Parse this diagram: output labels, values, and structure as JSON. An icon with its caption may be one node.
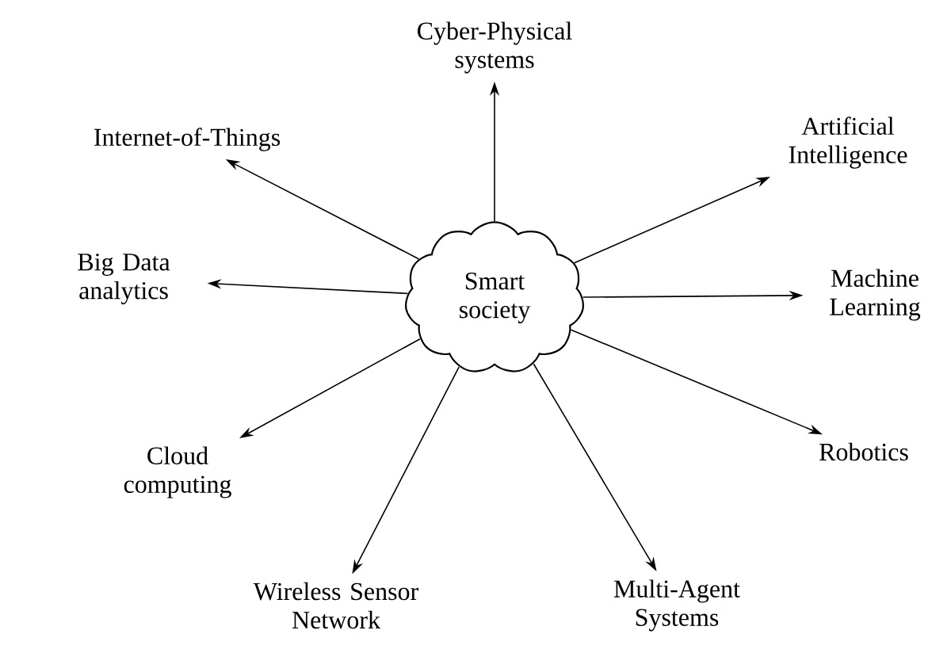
{
  "diagram": {
    "nodes": [
      {
        "text": [
          "Smart society"
        ]
      },
      {
        "text": [
          "Cyber-Physical systems"
        ]
      },
      {
        "text": [
          "Internet-of-Things"
        ]
      },
      {
        "text": [
          "Artificial Intelligence"
        ]
      },
      {
        "text": [
          "Big Data analytics"
        ]
      },
      {
        "text": [
          "Machine Learning"
        ]
      },
      {
        "text": [
          "Cloud computing"
        ]
      },
      {
        "text": [
          "Robotics"
        ]
      },
      {
        "text": [
          "Wireless Sensor Network"
        ]
      },
      {
        "text": [
          "Multi-Agent Systems"
        ]
      }
    ],
    "edges": [
      {
        "from": 0,
        "to": 1,
        "arrow": "to"
      },
      {
        "from": 0,
        "to": 2,
        "arrow": "to"
      },
      {
        "from": 0,
        "to": 3,
        "arrow": "to"
      },
      {
        "from": 0,
        "to": 4,
        "arrow": "to"
      },
      {
        "from": 0,
        "to": 5,
        "arrow": "to"
      },
      {
        "from": 0,
        "to": 6,
        "arrow": "to"
      },
      {
        "from": 0,
        "to": 7,
        "arrow": "to"
      },
      {
        "from": 0,
        "to": 8,
        "arrow": "to"
      },
      {
        "from": 0,
        "to": 9,
        "arrow": "to"
      }
    ]
  }
}
